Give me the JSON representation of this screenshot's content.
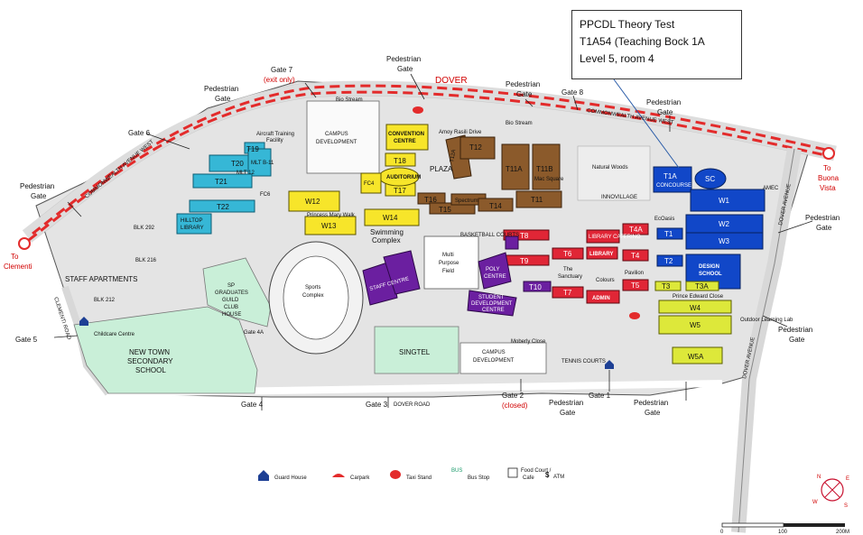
{
  "callout": {
    "line1": "PPCDL Theory Test",
    "line2": "T1A54 (Teaching Bock 1A",
    "line3": "Level 5, room 4"
  },
  "gates": {
    "gate1": "Gate 1",
    "gate2": "Gate 2",
    "gate2_note": "(closed)",
    "gate3": "Gate 3",
    "gate4": "Gate 4",
    "gate5": "Gate 5",
    "gate6": "Gate 6",
    "gate7": "Gate 7",
    "gate7_note": "(exit only)",
    "gate8": "Gate 8",
    "ped_l1": "Pedestrian",
    "ped_l2": "Gate"
  },
  "places": {
    "dover": "DOVER",
    "to_clementi_1": "To",
    "to_clementi_2": "Clementi",
    "to_buona_1": "To",
    "to_buona_2": "Buona",
    "to_buona_3": "Vista",
    "staff_apartments": "STAFF APARTMENTS",
    "new_town_1": "NEW TOWN",
    "new_town_2": "SECONDARY",
    "new_town_3": "SCHOOL",
    "singtel": "SINGTEL",
    "campus_dev_1": "CAMPUS",
    "campus_dev_2": "DEVELOPMENT",
    "sports_1": "Sports",
    "sports_2": "Complex",
    "swimming_1": "Swimming",
    "swimming_2": "Complex",
    "plaza": "PLAZA",
    "natural_woods": "Natural Woods",
    "innovillage": "INNOVILLAGE",
    "multi_1": "Multi",
    "multi_2": "Purpose",
    "multi_3": "Field",
    "sp_guild_1": "SP",
    "sp_guild_2": "GRADUATES",
    "sp_guild_3": "GUILD",
    "sp_guild_4": "CLUB",
    "sp_guild_5": "HOUSE",
    "childcare": "Childcare Centre",
    "tennis": "TENNIS COURTS",
    "ecoasis": "EcOasis",
    "sanctuary_1": "The",
    "sanctuary_2": "Sanctuary",
    "pavilion": "Pavilion",
    "colours": "Colours",
    "mac_square": "Mac Square",
    "basketball": "BASKETBALL COURTS",
    "dover_road": "DOVER ROAD",
    "commonwealth_ave": "COMMONWEALTH AVENUE WEST",
    "dover_avenue": "DOVER AVENUE",
    "clementi_road": "CLEMENTI ROAD",
    "princess_mary": "Princess Mary Walk",
    "prince_edward": "Prince Edward Close",
    "moberly": "Moberly Close",
    "amoy": "Amoy Rasili Drive",
    "bio_stream": "Bio Stream",
    "outdoor_lab": "Outdoor Learning Lab",
    "aircraft_1": "Aircraft Training",
    "aircraft_2": "Facility",
    "blk292": "BLK 292",
    "blk216": "BLK 216",
    "blk212": "BLK 212",
    "amec": "AMEC"
  },
  "buildings": {
    "t20": "T20",
    "t19": "T19",
    "t21": "T21",
    "t22": "T22",
    "mlt12": "MLT 12",
    "mlt_b11": "MLT B-11",
    "fc6": "FC6",
    "hilltop_1": "HILLTOP",
    "hilltop_2": "LIBRARY",
    "w12": "W12",
    "w13": "W13",
    "w14": "W14",
    "t18": "T18",
    "t17": "T17",
    "t16": "T16",
    "t15": "T15",
    "t14": "T14",
    "fc4": "FC4",
    "auditorium": "AUDITORIUM",
    "convention_1": "CONVENTION",
    "convention_2": "CENTRE",
    "t12": "T12",
    "t12a": "T12A",
    "t11a": "T11A",
    "t11b": "T11B",
    "t11": "T11",
    "spectrum": "Spectrum",
    "t1a": "T1A",
    "concourse": "CONCOURSE",
    "sc": "SC",
    "w1": "W1",
    "w2": "W2",
    "w3": "W3",
    "t1": "T1",
    "t2": "T2",
    "t3": "T3",
    "t3a": "T3A",
    "design_1": "DESIGN",
    "design_2": "SCHOOL",
    "t4a": "T4A",
    "t4": "T4",
    "t5": "T5",
    "t6": "T6",
    "t7": "T7",
    "t8": "T8",
    "t9": "T9",
    "t10": "T10",
    "library": "LIBRARY",
    "lib_cat": "LIBRARY CATERING",
    "admin": "ADMIN",
    "w4": "W4",
    "w5": "W5",
    "w5a": "W5A",
    "staff_centre": "STAFF CENTRE",
    "sdc_1": "STUDENT",
    "sdc_2": "DEVELOPMENT",
    "sdc_3": "CENTRE",
    "poly_1": "POLY",
    "poly_2": "CENTRE",
    "gate4a": "Gate 4A"
  },
  "legend": {
    "guard_house": "Guard House",
    "carpark": "Carpark",
    "taxi": "Taxi Stand",
    "bus_stop": "Bus Stop",
    "food_1": "Food Court /",
    "food_2": "Cafe",
    "atm": "ATM",
    "bus_tag": "BUS",
    "scale_0": "0",
    "scale_100": "100",
    "scale_200": "200M",
    "n": "N",
    "e": "E",
    "s": "S",
    "w": "W"
  },
  "colors": {
    "land": "#e6e6e6",
    "road": "#ffffff",
    "green": "#c9efd8",
    "cyan": "#36b7d6",
    "yellow": "#f7e52a",
    "brown": "#8b5a2b",
    "blue": "#1147c8",
    "red": "#e02636",
    "purple": "#6b1fa0",
    "lime": "#dde83a",
    "dashed": "#e32b2b"
  }
}
